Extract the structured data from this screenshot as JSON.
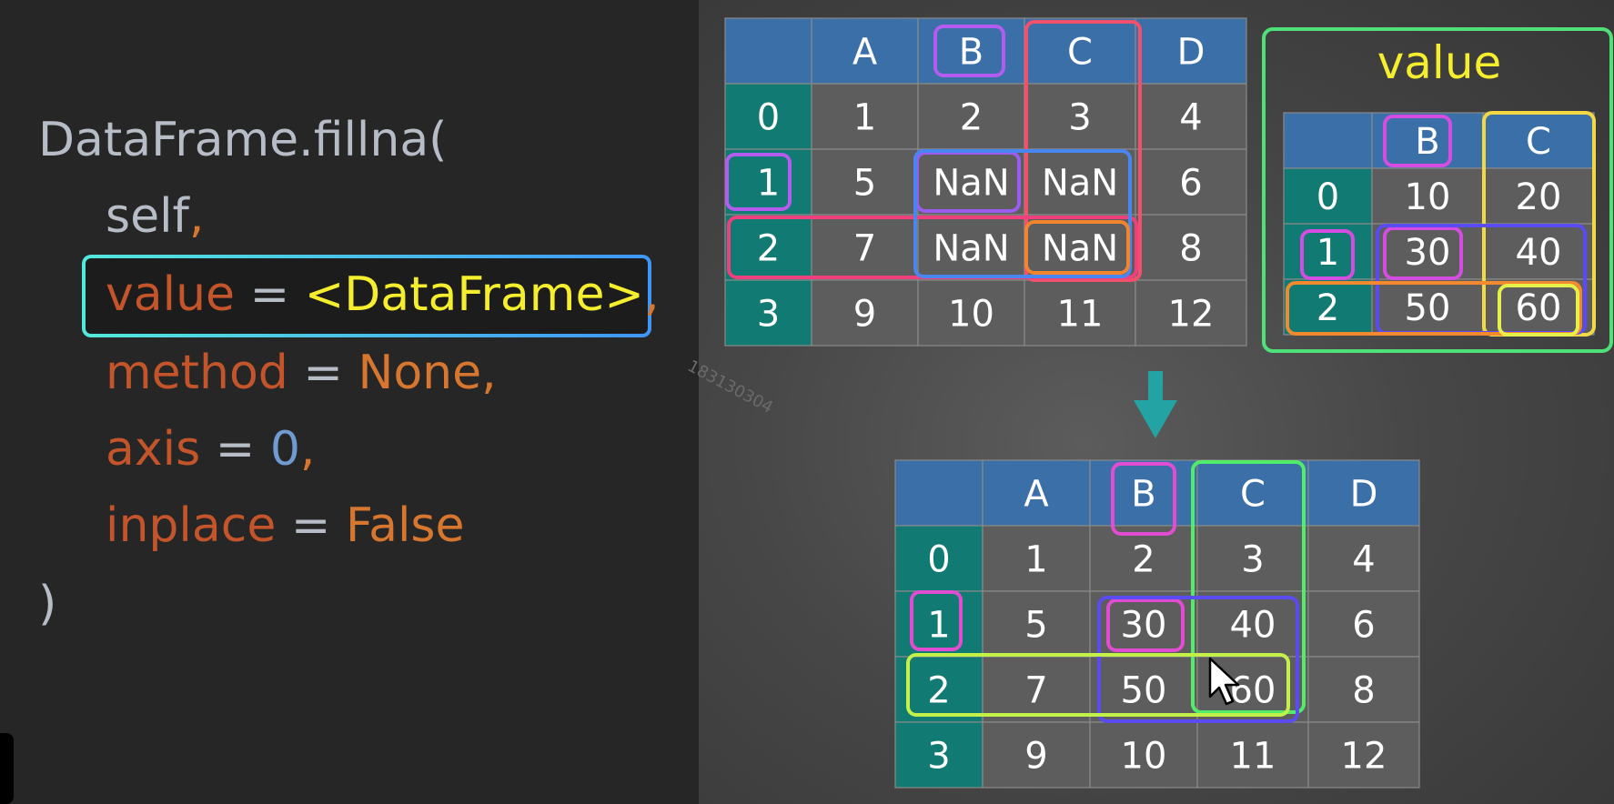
{
  "code": {
    "line1": "DataFrame.fillna(",
    "line2_name": "self",
    "line2_comma": ",",
    "line3_name": "value",
    "line3_eq": " = ",
    "line3_val": "<DataFrame>",
    "line3_comma": ",",
    "line4_name": "method",
    "line4_eq": " = ",
    "line4_val": "None,",
    "line5_name": "axis",
    "line5_eq": " = ",
    "line5_val": "0",
    "line5_comma": ",",
    "line6_name": "inplace",
    "line6_eq": " = ",
    "line6_val": "False",
    "line7": ")"
  },
  "colors": {
    "header_blue": "#3a6fa8",
    "index_teal": "#117a72",
    "cell_gray": "#5d5d5d",
    "param_name": "#c4552b",
    "param_value": "#d7762f",
    "number_value": "#6f9bd0",
    "dataframe_yellow": "#f5ee2e",
    "arrow_teal": "#23a3a3"
  },
  "source_table": {
    "columns": [
      "A",
      "B",
      "C",
      "D"
    ],
    "index": [
      "0",
      "1",
      "2",
      "3"
    ],
    "rows": [
      [
        "1",
        "2",
        "3",
        "4"
      ],
      [
        "5",
        "NaN",
        "NaN",
        "6"
      ],
      [
        "7",
        "NaN",
        "NaN",
        "8"
      ],
      [
        "9",
        "10",
        "11",
        "12"
      ]
    ]
  },
  "value_table": {
    "title": "value",
    "columns": [
      "B",
      "C"
    ],
    "index": [
      "0",
      "1",
      "2"
    ],
    "rows": [
      [
        "10",
        "20"
      ],
      [
        "30",
        "40"
      ],
      [
        "50",
        "60"
      ]
    ]
  },
  "result_table": {
    "columns": [
      "A",
      "B",
      "C",
      "D"
    ],
    "index": [
      "0",
      "1",
      "2",
      "3"
    ],
    "rows": [
      [
        "1",
        "2",
        "3",
        "4"
      ],
      [
        "5",
        "30",
        "40",
        "6"
      ],
      [
        "7",
        "50",
        "60",
        "8"
      ],
      [
        "9",
        "10",
        "11",
        "12"
      ]
    ]
  },
  "watermark": "183130304"
}
